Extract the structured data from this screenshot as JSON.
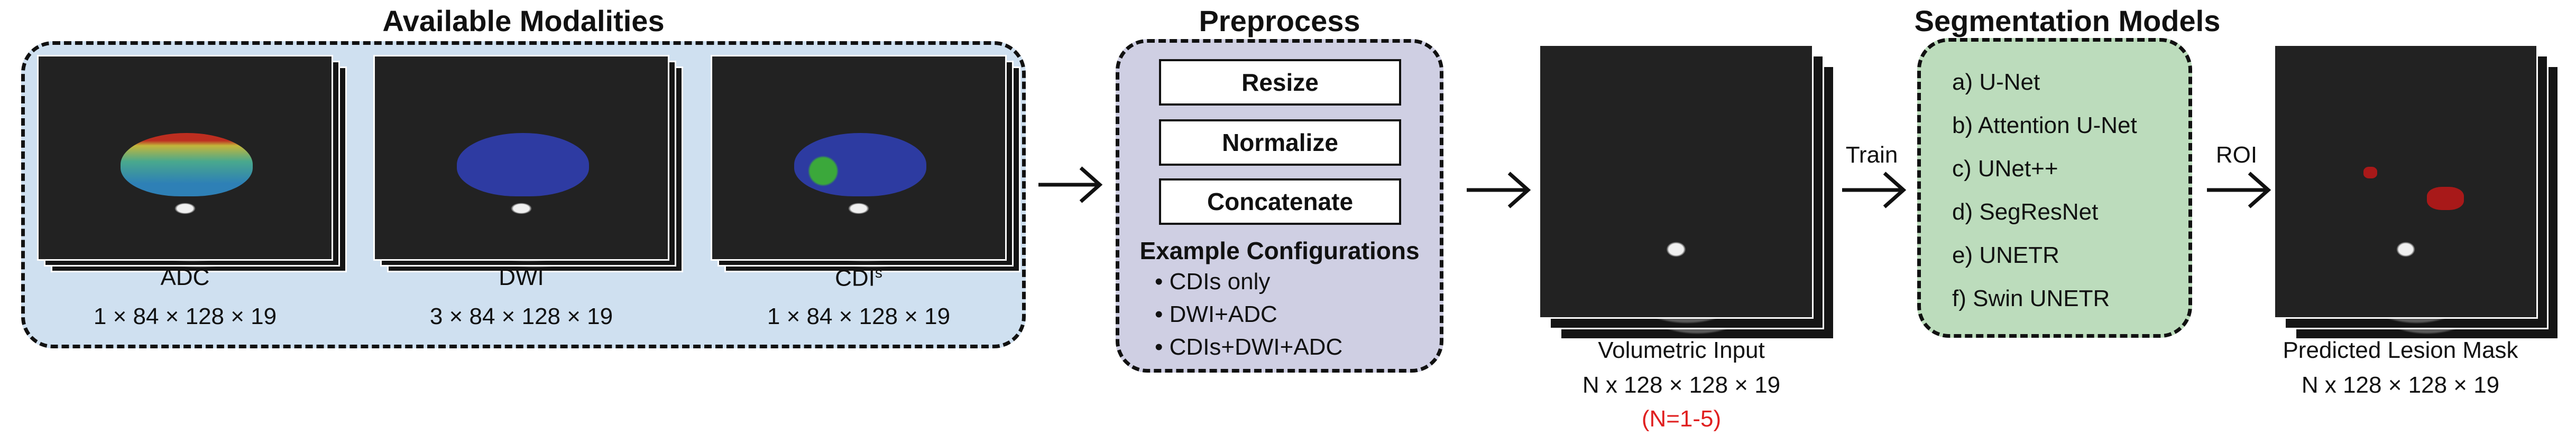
{
  "sections": {
    "modalities_title": "Available Modalities",
    "preprocess_title": "Preprocess",
    "models_title": "Segmentation Models"
  },
  "modalities": [
    {
      "name": "ADC",
      "dims": "1 × 84 × 128 × 19"
    },
    {
      "name": "DWI",
      "dims": "3 × 84 × 128 × 19"
    },
    {
      "name": "CDI",
      "name_sup": "s",
      "dims": "1 × 84 × 128 × 19"
    }
  ],
  "preprocess": {
    "steps": [
      "Resize",
      "Normalize",
      "Concatenate"
    ],
    "configs_title": "Example Configurations",
    "configs": [
      "CDIs only",
      "DWI+ADC",
      "CDIs+DWI+ADC"
    ]
  },
  "volumetric_input": {
    "label": "Volumetric Input",
    "dims": "N x 128 × 128 × 19",
    "note": "(N=1-5)"
  },
  "arrow_labels": {
    "train": "Train",
    "roi": "ROI"
  },
  "models": [
    "a) U-Net",
    "b) Attention U-Net",
    "c) UNet++",
    "d) SegResNet",
    "e) UNETR",
    "f) Swin UNETR"
  ],
  "output": {
    "label": "Predicted Lesion Mask",
    "dims": "N x 128 × 128 × 19"
  },
  "colors": {
    "modalities_bg": "#cfe0f0",
    "preprocess_bg": "#cfcfe3",
    "models_bg": "#bcdcbc",
    "note_red": "#e02020"
  }
}
